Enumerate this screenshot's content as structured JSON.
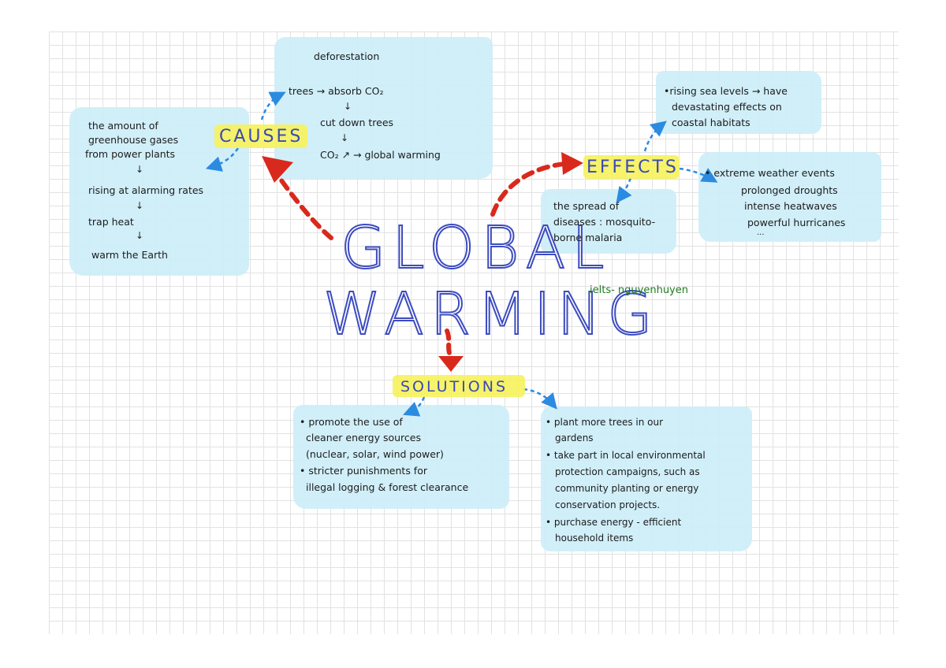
{
  "title": {
    "line1": "GLOBAL",
    "line2": "WARMING"
  },
  "author": "ielts- nguyenhuyen",
  "causes": {
    "label": "CAUSES",
    "deforestation": {
      "heading": "deforestation",
      "step1": "trees → absorb CO₂",
      "step2": "cut down trees",
      "step3": "CO₂ ↗ → global warming"
    },
    "greenhouse": {
      "line1": "the amount of",
      "line2": "greenhouse gases",
      "line3": "from power plants",
      "step2": "rising at alarming rates",
      "step3": "trap heat",
      "step4": "warm the Earth"
    }
  },
  "effects": {
    "label": "EFFECTS",
    "sea": {
      "line1": "•rising sea levels → have",
      "line2": "devastating effects on",
      "line3": "coastal habitats"
    },
    "disease": {
      "line1": "the spread of",
      "line2": "diseases : mosquito-",
      "line3": "borne malaria"
    },
    "weather": {
      "line1": "• extreme weather events",
      "line2": "prolonged droughts",
      "line3": "intense heatwaves",
      "line4": "powerful hurricanes",
      "line5": "..."
    }
  },
  "solutions": {
    "label": "SOLUTIONS",
    "left": {
      "line1": "• promote the use of",
      "line2": "cleaner energy sources",
      "line3": "(nuclear, solar, wind power)",
      "line4": "• stricter punishments for",
      "line5": "illegal logging & forest clearance"
    },
    "right": {
      "line1": "• plant more trees in our",
      "line2": "gardens",
      "line3": "• take part in local environmental",
      "line4": "protection campaigns, such as",
      "line5": "community planting or energy",
      "line6": "conservation projects.",
      "line7": "• purchase energy - efficient",
      "line8": "household items"
    }
  },
  "icons": {
    "down_arrow": "↓"
  },
  "colors": {
    "box": "#cdeef9",
    "highlight": "#f6f25a",
    "title": "#3d4cbf",
    "red_arrow": "#d9291c",
    "blue_arrow": "#2b8be0",
    "author": "#1f7a1f"
  }
}
